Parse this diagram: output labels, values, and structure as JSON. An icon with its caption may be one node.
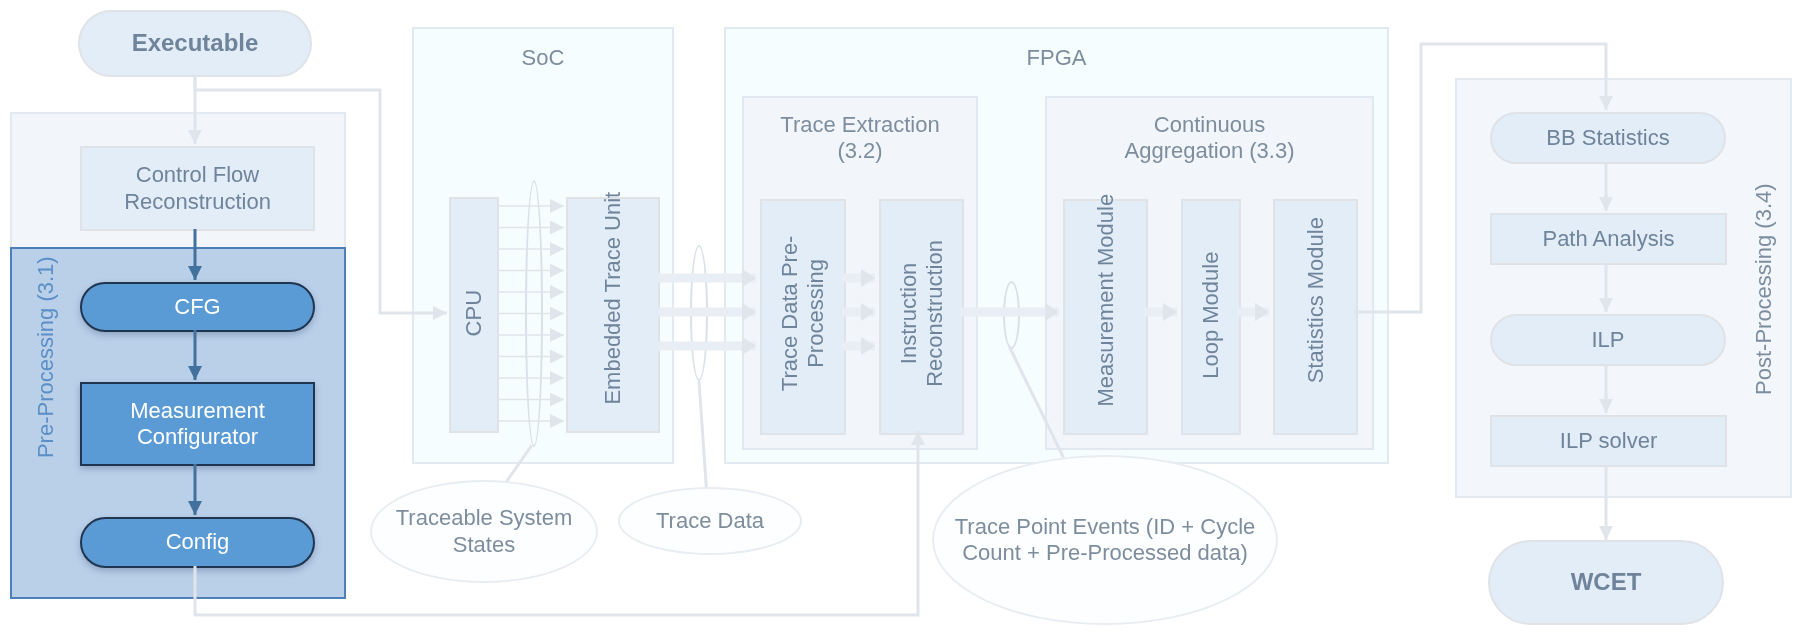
{
  "diagram": {
    "nodes": [
      {
        "text": [
          "Executable"
        ]
      },
      {
        "text": [
          "Pre-Processing (3.1)"
        ]
      },
      {
        "text": [
          "Control Flow Reconstruction"
        ],
        "in": 1
      },
      {
        "text": [
          "CFG"
        ],
        "in": 1
      },
      {
        "text": [
          "Measurement Configurator"
        ],
        "in": 1
      },
      {
        "text": [
          "Config"
        ],
        "in": 1
      },
      {
        "text": [
          "SoC"
        ]
      },
      {
        "text": [
          "CPU"
        ],
        "in": 6
      },
      {
        "text": [
          "Embedded Trace Unit"
        ],
        "in": 6
      },
      {
        "text": [
          "FPGA"
        ]
      },
      {
        "text": [
          "Trace Extraction (3.2)"
        ],
        "in": 9
      },
      {
        "text": [
          "Trace Data Pre-Processing"
        ],
        "in": 10
      },
      {
        "text": [
          "Instruction Reconstruction"
        ],
        "in": 10
      },
      {
        "text": [
          "Continuous Aggregation (3.3)"
        ],
        "in": 9
      },
      {
        "text": [
          "Measurement Module"
        ],
        "in": 13
      },
      {
        "text": [
          "Loop Module"
        ],
        "in": 13
      },
      {
        "text": [
          "Statistics Module"
        ],
        "in": 13
      },
      {
        "text": [
          "Post-Processing (3.4)"
        ]
      },
      {
        "text": [
          "BB Statistics"
        ],
        "in": 17
      },
      {
        "text": [
          "Path Analysis"
        ],
        "in": 17
      },
      {
        "text": [
          "ILP"
        ],
        "in": 17
      },
      {
        "text": [
          "ILP solver"
        ],
        "in": 17
      },
      {
        "text": [
          "WCET"
        ]
      },
      {
        "text": [
          "Traceable System States"
        ]
      },
      {
        "text": [
          "Trace Data"
        ]
      },
      {
        "text": [
          "Trace Point Events (ID + Cycle Count + Pre-Processed data)"
        ]
      },
      {
        "text": [],
        "shape": "ellipse",
        "in": 6
      },
      {
        "text": [],
        "shape": "ellipse"
      },
      {
        "text": [],
        "shape": "ellipse",
        "in": 9
      }
    ],
    "edges": [
      {
        "from": 0,
        "to": 2,
        "arrow": "to"
      },
      {
        "from": 0,
        "to": 7,
        "arrow": "to"
      },
      {
        "from": 2,
        "to": 3,
        "arrow": "to",
        "color": "#41719c"
      },
      {
        "from": 3,
        "to": 4,
        "arrow": "to",
        "color": "#41719c"
      },
      {
        "from": 4,
        "to": 5,
        "arrow": "to",
        "color": "#41719c"
      },
      {
        "from": 5,
        "to": 12,
        "arrow": "to"
      },
      {
        "from": 7,
        "to": 8,
        "arrow": "to"
      },
      {
        "from": 7,
        "to": 8,
        "arrow": "to"
      },
      {
        "from": 7,
        "to": 8,
        "arrow": "to"
      },
      {
        "from": 7,
        "to": 8,
        "arrow": "to"
      },
      {
        "from": 7,
        "to": 8,
        "arrow": "to"
      },
      {
        "from": 7,
        "to": 8,
        "arrow": "to"
      },
      {
        "from": 7,
        "to": 8,
        "arrow": "to"
      },
      {
        "from": 7,
        "to": 8,
        "arrow": "to"
      },
      {
        "from": 7,
        "to": 8,
        "arrow": "to"
      },
      {
        "from": 7,
        "to": 8,
        "arrow": "to"
      },
      {
        "from": 7,
        "to": 8,
        "arrow": "to"
      },
      {
        "from": 8,
        "to": 11,
        "arrow": "to",
        "style": "thick"
      },
      {
        "from": 8,
        "to": 11,
        "arrow": "to",
        "style": "thick"
      },
      {
        "from": 8,
        "to": 11,
        "arrow": "to",
        "style": "thick"
      },
      {
        "from": 11,
        "to": 12,
        "arrow": "to",
        "style": "thick"
      },
      {
        "from": 11,
        "to": 12,
        "arrow": "to",
        "style": "thick"
      },
      {
        "from": 11,
        "to": 12,
        "arrow": "to",
        "style": "thick"
      },
      {
        "from": 12,
        "to": 14,
        "arrow": "to",
        "style": "thick"
      },
      {
        "from": 14,
        "to": 15,
        "arrow": "to",
        "style": "thick"
      },
      {
        "from": 15,
        "to": 16,
        "arrow": "to",
        "style": "thick"
      },
      {
        "from": 16,
        "to": 18,
        "arrow": "to"
      },
      {
        "from": 18,
        "to": 19,
        "arrow": "to"
      },
      {
        "from": 19,
        "to": 20,
        "arrow": "to"
      },
      {
        "from": 20,
        "to": 21,
        "arrow": "to"
      },
      {
        "from": 21,
        "to": 22,
        "arrow": "to"
      },
      {
        "from": 23,
        "to": 26,
        "arrow": "none"
      },
      {
        "from": 24,
        "to": 27,
        "arrow": "none"
      },
      {
        "from": 25,
        "to": 28,
        "arrow": "none"
      }
    ]
  }
}
